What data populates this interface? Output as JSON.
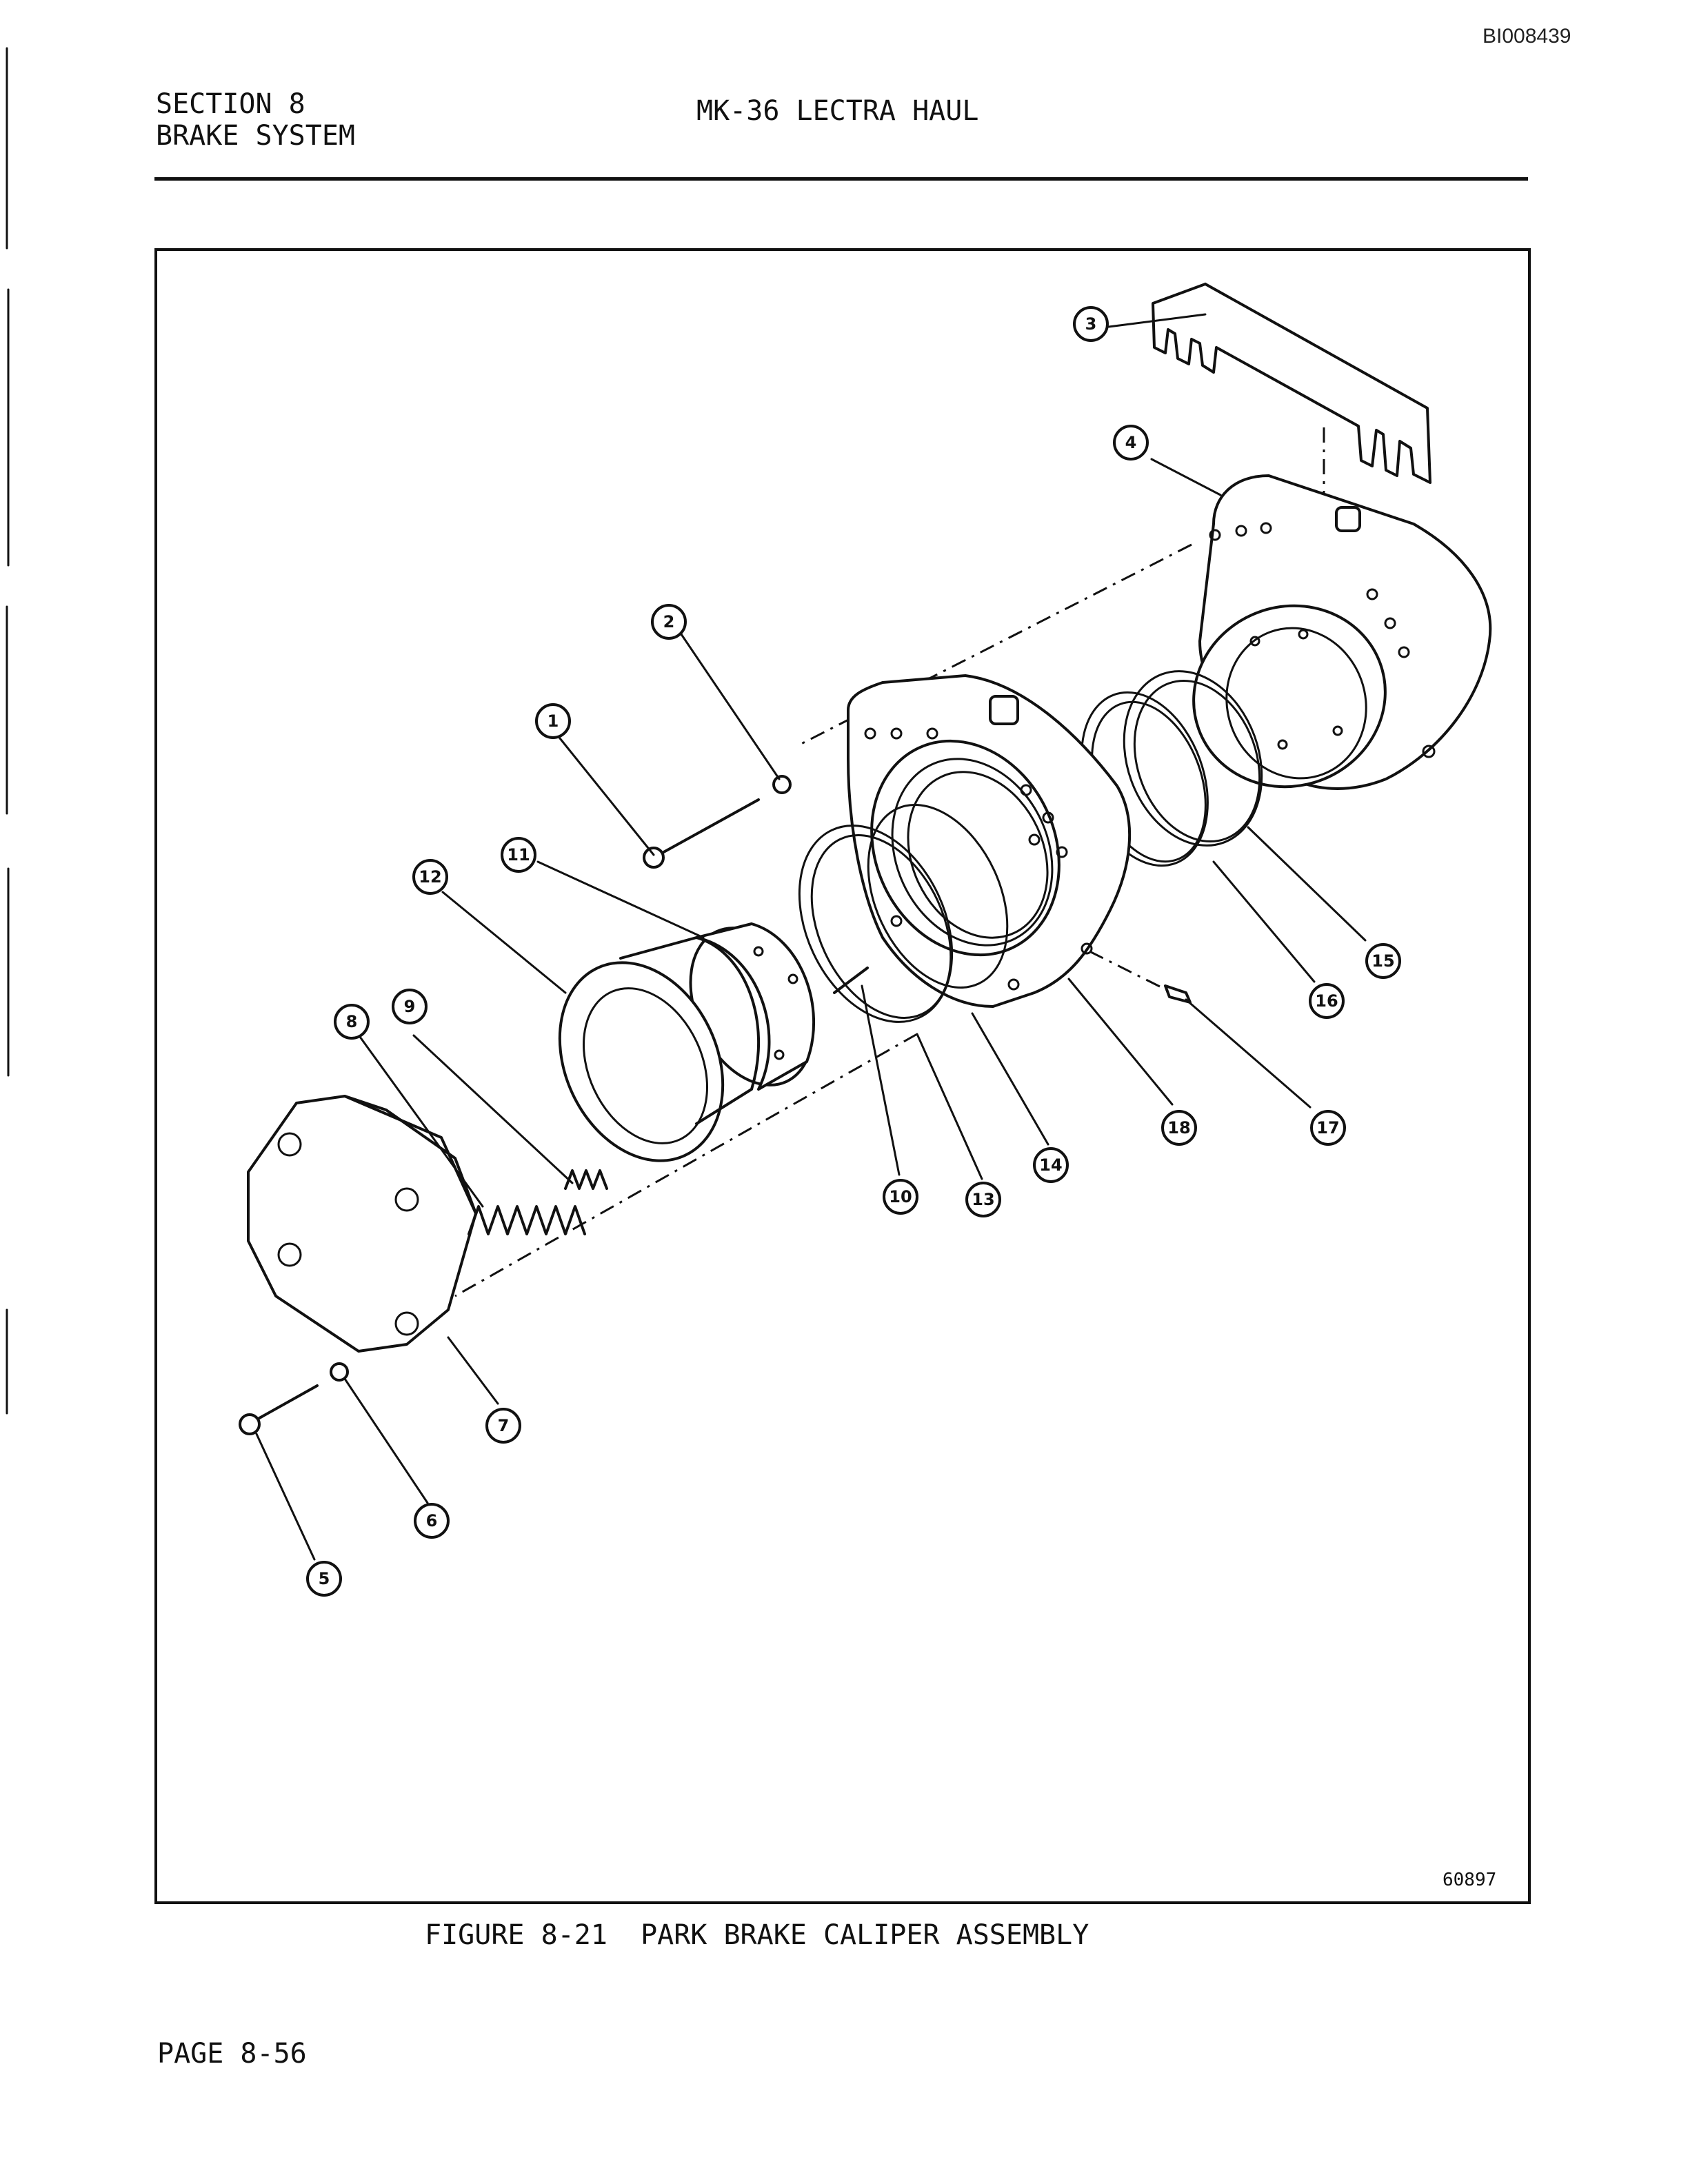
{
  "document_id": "BI008439",
  "header": {
    "section_line1": "SECTION 8",
    "section_line2": "BRAKE SYSTEM",
    "manual_title": "MK-36 LECTRA HAUL"
  },
  "figure": {
    "drawing_number": "60897",
    "caption": "FIGURE 8-21  PARK BRAKE CALIPER ASSEMBLY",
    "callouts": [
      "1",
      "2",
      "3",
      "4",
      "5",
      "6",
      "7",
      "8",
      "9",
      "10",
      "11",
      "12",
      "13",
      "14",
      "15",
      "16",
      "17",
      "18"
    ]
  },
  "footer": {
    "page_number": "PAGE 8-56"
  }
}
